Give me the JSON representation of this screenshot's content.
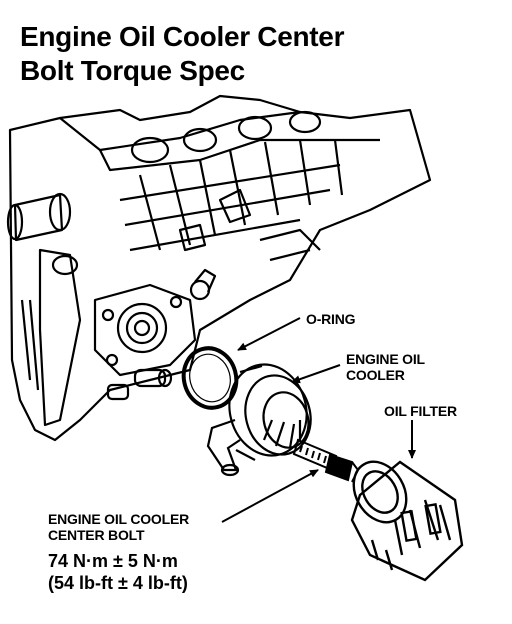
{
  "title": {
    "line1": "Engine Oil Cooler Center",
    "line2": "Bolt Torque Spec"
  },
  "callouts": {
    "o_ring": "O-RING",
    "engine_oil_cooler_line1": "ENGINE OIL",
    "engine_oil_cooler_line2": "COOLER",
    "oil_filter": "OIL FILTER",
    "center_bolt_line1": "ENGINE OIL COOLER",
    "center_bolt_line2": "CENTER BOLT"
  },
  "torque_spec": {
    "metric": "74 N·m ± 5 N·m",
    "imperial": "(54 lb-ft ± 4 lb-ft)"
  }
}
